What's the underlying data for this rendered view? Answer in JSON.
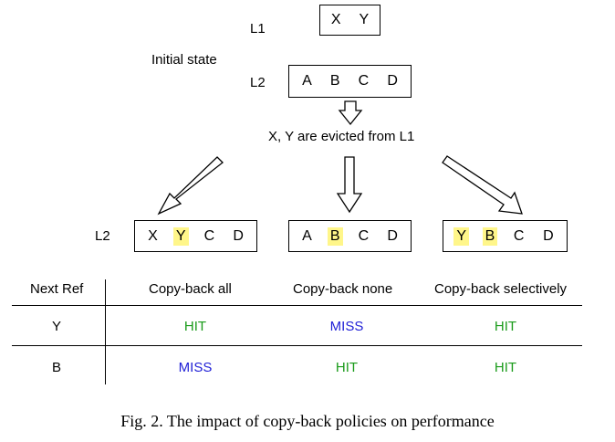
{
  "top": {
    "l1_label": "L1",
    "l1_contents": [
      "X",
      "Y"
    ],
    "initial_state_label": "Initial state",
    "l2_label": "L2",
    "l2_contents": [
      "A",
      "B",
      "C",
      "D"
    ],
    "eviction_text": "X, Y are evicted from L1"
  },
  "outcomes": {
    "l2_label": "L2",
    "boxes": [
      {
        "cells": [
          "X",
          "Y",
          "C",
          "D"
        ],
        "highlighted": [
          false,
          true,
          false,
          false
        ]
      },
      {
        "cells": [
          "A",
          "B",
          "C",
          "D"
        ],
        "highlighted": [
          false,
          true,
          false,
          false
        ]
      },
      {
        "cells": [
          "Y",
          "B",
          "C",
          "D"
        ],
        "highlighted": [
          true,
          true,
          false,
          false
        ]
      }
    ]
  },
  "table": {
    "row_header": "Next Ref",
    "columns": [
      "Copy-back all",
      "Copy-back none",
      "Copy-back selectively"
    ],
    "rows": [
      {
        "ref": "Y",
        "results": [
          "HIT",
          "MISS",
          "HIT"
        ]
      },
      {
        "ref": "B",
        "results": [
          "MISS",
          "HIT",
          "HIT"
        ]
      }
    ]
  },
  "colors": {
    "hit": "#1a9b1a",
    "miss": "#1f1fd6",
    "highlight": "#fff68a"
  },
  "caption": "Fig. 2.  The impact of copy-back policies on performance"
}
